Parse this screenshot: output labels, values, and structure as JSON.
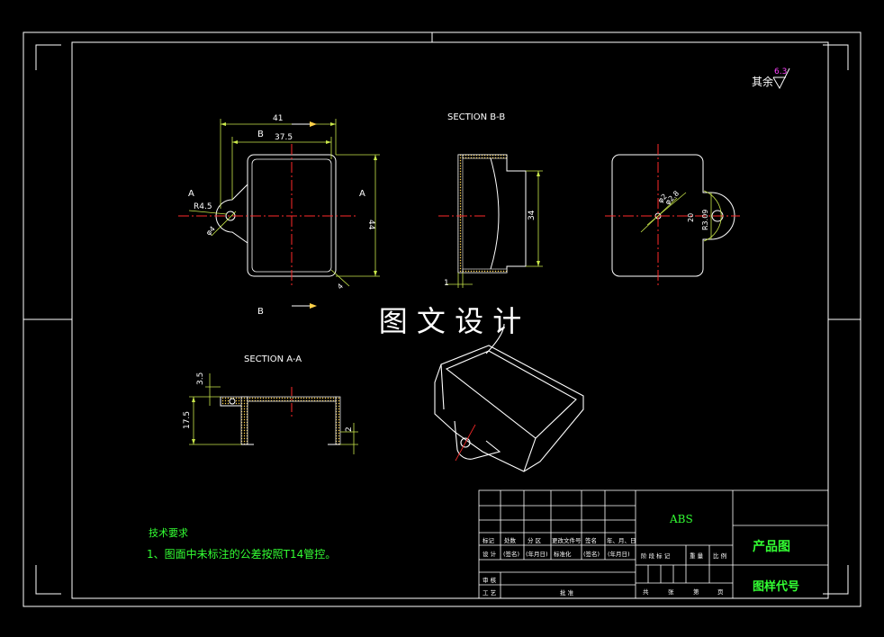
{
  "colors": {
    "background": "#000000",
    "frame": "#ffffff",
    "dimension": "#c8e64a",
    "centerline": "#ff2a2a",
    "section_hatch": "#ffd24a",
    "title_block_text": "#33ff33",
    "roughness_value": "#ff44ff"
  },
  "watermark": "图 文 设 计",
  "roughness": {
    "label": "其余",
    "value": "6.3"
  },
  "view_front": {
    "dim_41": "41",
    "dim_37_5": "37.5",
    "dim_44": "44",
    "dim_r4_5": "R4.5",
    "dim_phi4": "φ4",
    "section_a_left": "A",
    "section_a_right": "A",
    "section_b_top": "B",
    "section_b_bottom": "B",
    "corner_r": "4"
  },
  "section_bb": {
    "title": "SECTION B-B",
    "dim_34": "34",
    "dim_1": "1"
  },
  "view_side": {
    "dim_phi2": "φ2",
    "dim_phi2_8": "φ2.8",
    "dim_20": "20",
    "dim_r3": "R3.09"
  },
  "section_aa": {
    "title": "SECTION A-A",
    "dim_3_5": "3.5",
    "dim_17_5": "17.5",
    "dim_2": "2"
  },
  "tech_req": {
    "heading": "技术要求",
    "line1": "1、图面中未标注的公差按照T14管控。"
  },
  "title_block": {
    "material": "ABS",
    "drawing_name": "产品图",
    "drawing_no": "图样代号",
    "row_headers": [
      "标记",
      "处数",
      "分 区",
      "更改文件号",
      "签名",
      "年、月、日"
    ],
    "row_design": [
      "设 计",
      "(签名)",
      "(年月日)",
      "标准化",
      "(签名)",
      "(年月日)"
    ],
    "row_check": "审 核",
    "row_process": "工 艺",
    "approve": "批 准",
    "stage_headers": [
      "阶 段 标 记",
      "重 量",
      "比 例"
    ],
    "sheet_row": [
      "共",
      "张",
      "第",
      "页"
    ]
  }
}
